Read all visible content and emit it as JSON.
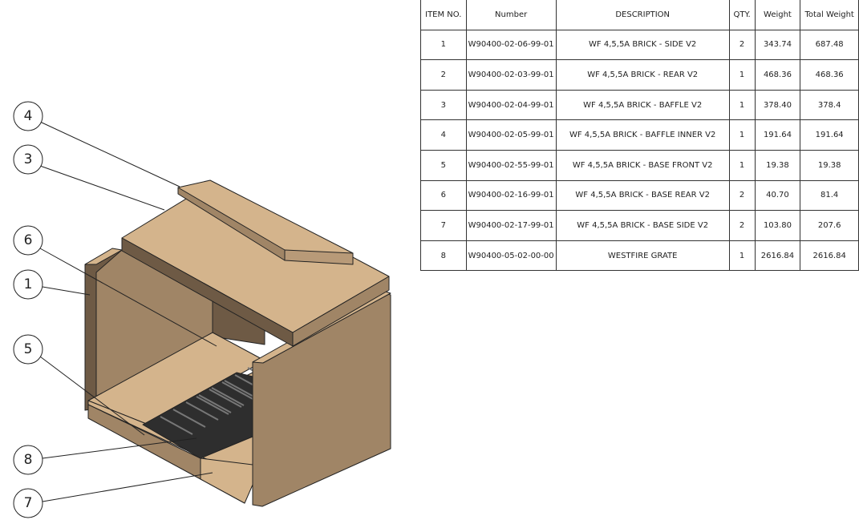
{
  "bom": {
    "headers": [
      "ITEM NO.",
      "Number",
      "DESCRIPTION",
      "QTY.",
      "Weight",
      "Total Weight"
    ],
    "rows": [
      [
        "1",
        "W90400-02-06-99-01",
        "WF 4,5,5A BRICK - SIDE V2",
        "2",
        "343.74",
        "687.48"
      ],
      [
        "2",
        "W90400-02-03-99-01",
        "WF 4,5,5A BRICK - REAR V2",
        "1",
        "468.36",
        "468.36"
      ],
      [
        "3",
        "W90400-02-04-99-01",
        "WF 4,5,5A BRICK - BAFFLE V2",
        "1",
        "378.40",
        "378.4"
      ],
      [
        "4",
        "W90400-02-05-99-01",
        "WF 4,5,5A BRICK - BAFFLE INNER V2",
        "1",
        "191.64",
        "191.64"
      ],
      [
        "5",
        "W90400-02-55-99-01",
        "WF 4,5,5A BRICK - BASE FRONT V2",
        "1",
        "19.38",
        "19.38"
      ],
      [
        "6",
        "W90400-02-16-99-01",
        "WF 4,5,5A BRICK - BASE REAR V2",
        "2",
        "40.70",
        "81.4"
      ],
      [
        "7",
        "W90400-02-17-99-01",
        "WF 4,5,5A BRICK - BASE SIDE V2",
        "2",
        "103.80",
        "207.6"
      ],
      [
        "8",
        "W90400-05-02-00-00",
        "WESTFIRE GRATE",
        "1",
        "2616.84",
        "2616.84"
      ]
    ]
  },
  "balloons": [
    "4",
    "3",
    "6",
    "1",
    "5",
    "8",
    "7"
  ],
  "colors": {
    "brick_top": "#d4b48c",
    "brick_side": "#a08566",
    "brick_dark": "#6e5a45",
    "grate": "#2e2e2e"
  }
}
